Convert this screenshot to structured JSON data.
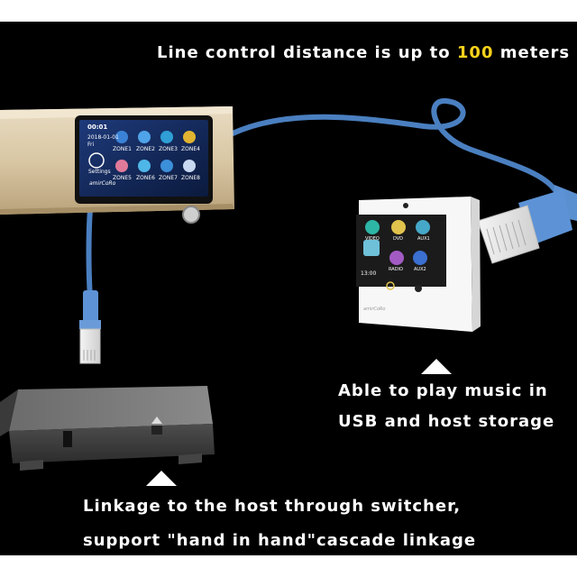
{
  "caption_top": {
    "before": "Line control distance is up to ",
    "highlight": "100",
    "after": " meters"
  },
  "caption_right": {
    "line1": "Able to play music in",
    "line2": "USB and host storage"
  },
  "caption_bottom": {
    "line1": "Linkage to the host through switcher,",
    "line2": "support \"hand in hand\"cascade linkage"
  },
  "host_screen": {
    "time": "00:01",
    "date": "2018-01-01",
    "weekday": "Fri",
    "settings_label": "Settings",
    "brand": "amirCoRo",
    "tiles": [
      "ZONE1",
      "ZONE2",
      "ZONE3",
      "ZONE4",
      "ZONE5",
      "ZONE6",
      "ZONE7",
      "ZONE8"
    ]
  },
  "wall_panel": {
    "tiles": [
      "VIDEO",
      "DVD",
      "AUX1",
      "",
      "RADIO",
      "AUX2"
    ],
    "time": "13:00",
    "brand": "amirCoRo"
  },
  "colors": {
    "highlight": "#f7d21b",
    "cable": "#4a7fc0",
    "background": "#000000"
  }
}
